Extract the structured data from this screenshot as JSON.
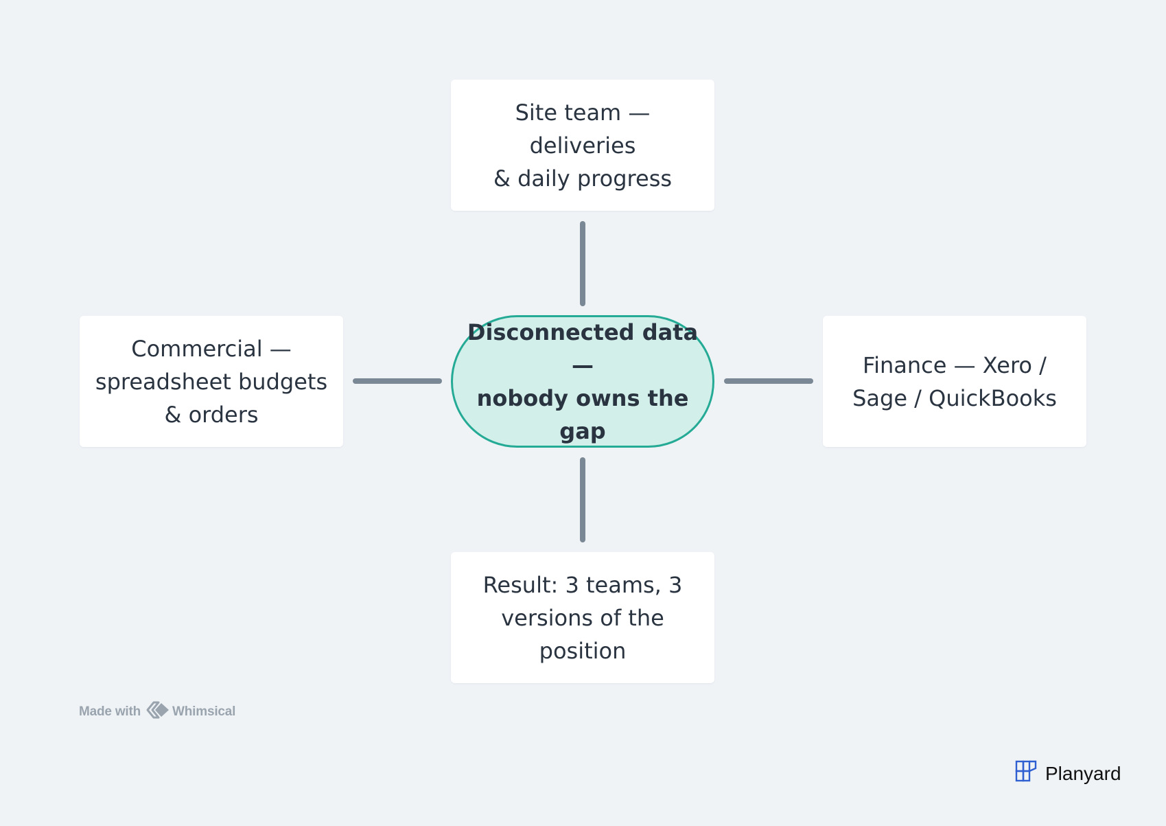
{
  "diagram": {
    "center": {
      "lines": [
        "Disconnected data —",
        "nobody owns the gap"
      ]
    },
    "top": {
      "lines": [
        "Site team — deliveries",
        "& daily progress"
      ]
    },
    "left": {
      "lines": [
        "Commercial —",
        "spreadsheet budgets",
        "& orders"
      ]
    },
    "right": {
      "lines": [
        "Finance — Xero /",
        "Sage / QuickBooks"
      ]
    },
    "bottom": {
      "lines": [
        "Result: 3 teams, 3",
        "versions of the",
        "position"
      ]
    }
  },
  "footer": {
    "made_with": "Made with",
    "whimsical": "Whimsical",
    "whimsical_icon": "whimsical-logo-icon"
  },
  "brand": {
    "name": "Planyard",
    "icon": "planyard-logo-icon",
    "accent": "#2f5fd0"
  },
  "colors": {
    "background": "#eff3f6",
    "center_fill": "#d3efea",
    "center_border": "#25aa96",
    "connector": "#7a8895",
    "text": "#2a3441"
  }
}
